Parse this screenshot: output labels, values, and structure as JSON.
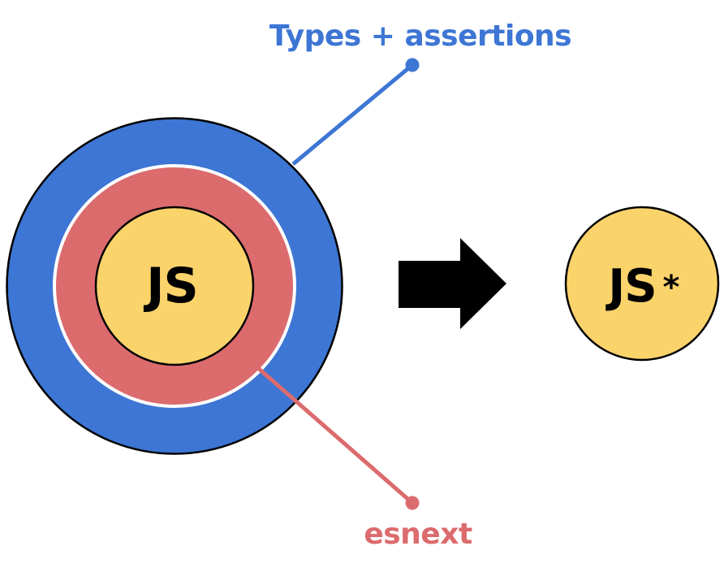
{
  "colors": {
    "blue": "#3D76D4",
    "red": "#DC6B6E",
    "yellow": "#FBD36B",
    "black": "#000000",
    "white": "#FFFFFF",
    "background": "#FFFFFF"
  },
  "labels": {
    "types": "Types + assertions",
    "esnext": "esnext"
  },
  "venn": {
    "inner_label": "JS"
  },
  "result": {
    "label": "JS",
    "superscript": "*"
  },
  "icons": {
    "transform_arrow": "arrow-right"
  }
}
